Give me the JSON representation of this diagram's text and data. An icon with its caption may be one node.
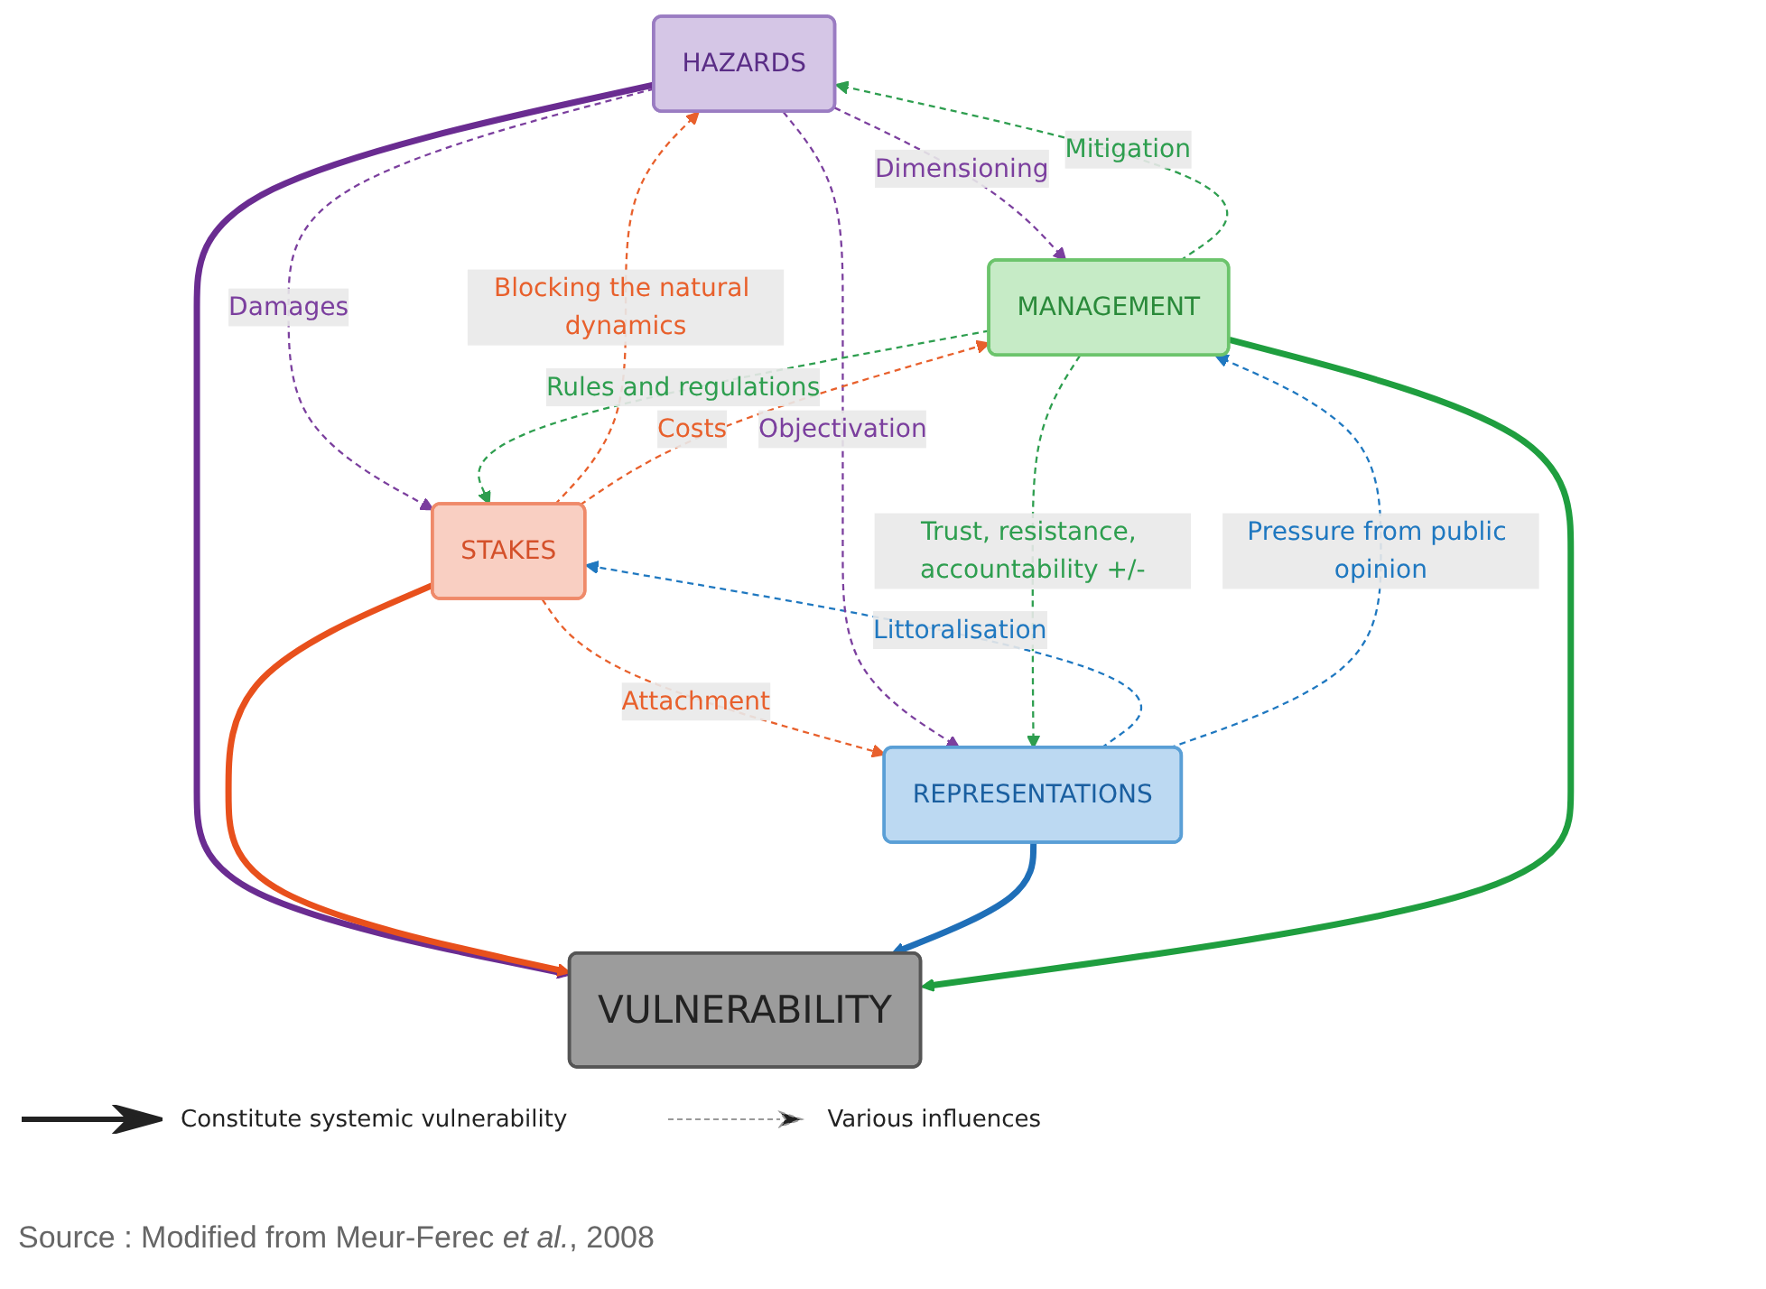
{
  "diagram": {
    "nodes": [
      {
        "text": [
          "HAZARDS"
        ]
      },
      {
        "text": [
          "STAKES"
        ]
      },
      {
        "text": [
          "VULNERABILITY"
        ]
      },
      {
        "text": [
          "REPRESENTATIONS"
        ]
      },
      {
        "text": [
          "MANAGEMENT"
        ]
      }
    ],
    "edges": [
      {
        "from": 3,
        "to": 1,
        "arrow": "to",
        "label": "Littoralisation",
        "style": "dashed",
        "color": "#1f78c0"
      },
      {
        "from": 1,
        "to": 3,
        "arrow": "to",
        "label": "Attachment",
        "style": "dashed",
        "color": "#e8602c"
      },
      {
        "from": 4,
        "to": 0,
        "arrow": "to",
        "label": "Mitigation",
        "style": "dashed",
        "color": "#2e9e4f"
      },
      {
        "from": 0,
        "to": 4,
        "arrow": "to",
        "label": "Dimensioning",
        "style": "dashed",
        "color": "#7b3f9e"
      },
      {
        "from": 0,
        "to": 1,
        "arrow": "to",
        "label": "Damages",
        "style": "dashed",
        "color": "#7b3f9e"
      },
      {
        "from": 1,
        "to": 0,
        "arrow": "to",
        "label": "Blocking the natural dynamics",
        "style": "dashed",
        "color": "#e8602c"
      },
      {
        "from": 0,
        "to": 2,
        "arrow": "to",
        "style": "thick",
        "color": "#6a2c91"
      },
      {
        "from": 1,
        "to": 2,
        "arrow": "to",
        "style": "thick",
        "color": "#e8501c"
      },
      {
        "from": 0,
        "to": 3,
        "arrow": "to",
        "label": "Objectivation",
        "style": "dashed",
        "color": "#7b3f9e"
      },
      {
        "from": 4,
        "to": 1,
        "arrow": "to",
        "label": "Rules and regulations",
        "style": "dashed",
        "color": "#2e9e4f"
      },
      {
        "from": 1,
        "to": 4,
        "arrow": "to",
        "label": "Costs",
        "style": "dashed",
        "color": "#e8602c"
      },
      {
        "from": 3,
        "to": 2,
        "arrow": "to",
        "style": "thick",
        "color": "#1f6fb8"
      },
      {
        "from": 4,
        "to": 2,
        "arrow": "to",
        "style": "thick",
        "color": "#1f9e3f"
      },
      {
        "from": 3,
        "to": 4,
        "arrow": "to",
        "label": "Pressure from public opinion",
        "style": "dashed",
        "color": "#1f78c0"
      },
      {
        "from": 4,
        "to": 3,
        "arrow": "to",
        "label": "Trust, resistance, accountability +/-",
        "style": "dashed",
        "color": "#2e9e4f"
      }
    ],
    "legend": [
      {
        "text": "Constitute systemic vulnerability"
      },
      {
        "text": "Various influences"
      }
    ],
    "caption": "Source : Modified from Meur-Ferec *et al.*, 2008"
  }
}
